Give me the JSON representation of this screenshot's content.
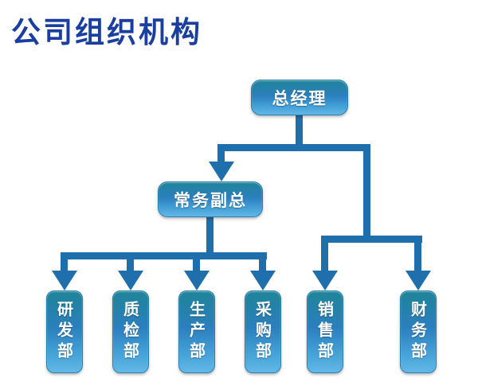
{
  "title": "公司组织机构",
  "chart": {
    "type": "org-chart",
    "root": {
      "label": "总经理"
    },
    "deputy": {
      "label": "常务副总"
    },
    "departments": [
      {
        "label": "研发部",
        "parent": "常务副总"
      },
      {
        "label": "质检部",
        "parent": "常务副总"
      },
      {
        "label": "生产部",
        "parent": "常务副总"
      },
      {
        "label": "采购部",
        "parent": "常务副总"
      },
      {
        "label": "销售部",
        "parent": "总经理"
      },
      {
        "label": "财务部",
        "parent": "总经理"
      }
    ]
  },
  "colors": {
    "title": "#1a3fa0",
    "connector": "#1f6fad",
    "node_gradient_top": "#1f8498",
    "node_gradient_bottom": "#63b8e6",
    "node_text": "#ffffff"
  }
}
